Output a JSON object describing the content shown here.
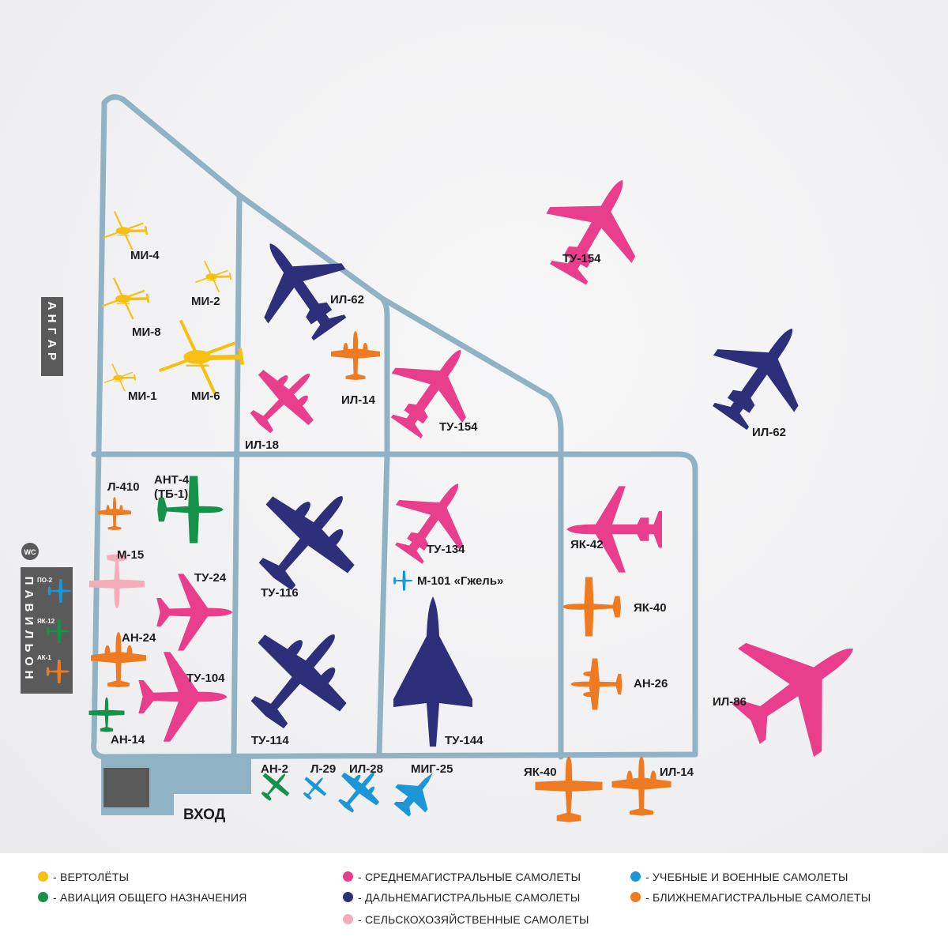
{
  "colors": {
    "helicopter": "#f7bf12",
    "general": "#14924a",
    "medium": "#e83e8c",
    "long": "#2d2f7a",
    "agri": "#f4aebb",
    "military": "#1d96d7",
    "short": "#ee7b22",
    "path": "#8fb3c5",
    "building": "#5a5a5a"
  },
  "map": {
    "hangar_label": "АНГАР",
    "pavilion_label": "ПАВИЛЬОН",
    "wc_label": "WC",
    "entrance_label": "ВХОД",
    "pavilion_items": [
      "ПО-2",
      "ЯК-12",
      "АК-1"
    ]
  },
  "aircraft": {
    "mi4": "МИ-4",
    "mi2": "МИ-2",
    "mi8": "МИ-8",
    "mi1": "МИ-1",
    "mi6": "МИ-6",
    "il62a": "ИЛ-62",
    "il14a": "ИЛ-14",
    "il18": "ИЛ-18",
    "tu154a": "ТУ-154",
    "tu154b": "ТУ-154",
    "il62b": "ИЛ-62",
    "l410": "Л-410",
    "ant4a": "АНТ-4",
    "ant4b": "(ТБ-1)",
    "m15": "М-15",
    "tu24": "ТУ-24",
    "an24": "АН-24",
    "tu104": "ТУ-104",
    "an14": "АН-14",
    "tu116": "ТУ-116",
    "tu114": "ТУ-114",
    "tu134": "ТУ-134",
    "m101": "М-101 «Гжель»",
    "tu144": "ТУ-144",
    "yak42": "ЯК-42",
    "yak40a": "ЯК-40",
    "an26": "АН-26",
    "il86": "ИЛ-86",
    "an2": "АН-2",
    "l29": "Л-29",
    "il28": "ИЛ-28",
    "mig25": "МИГ-25",
    "yak40b": "ЯК-40",
    "il14b": "ИЛ-14"
  },
  "legend": {
    "helicopters": "- ВЕРТОЛЁТЫ",
    "general": "- АВИАЦИЯ ОБЩЕГО НАЗНАЧЕНИЯ",
    "medium": "- СРЕДНЕМАГИСТРАЛЬНЫЕ САМОЛЕТЫ",
    "long": "- ДАЛЬНЕМАГИСТРАЛЬНЫЕ САМОЛЕТЫ",
    "agri": "- СЕЛЬСКОХОЗЯЙСТВЕННЫЕ САМОЛЕТЫ",
    "military": "- УЧЕБНЫЕ И ВОЕННЫЕ САМОЛЕТЫ",
    "short": "- БЛИЖНЕМАГИСТРАЛЬНЫЕ САМОЛЕТЫ"
  }
}
